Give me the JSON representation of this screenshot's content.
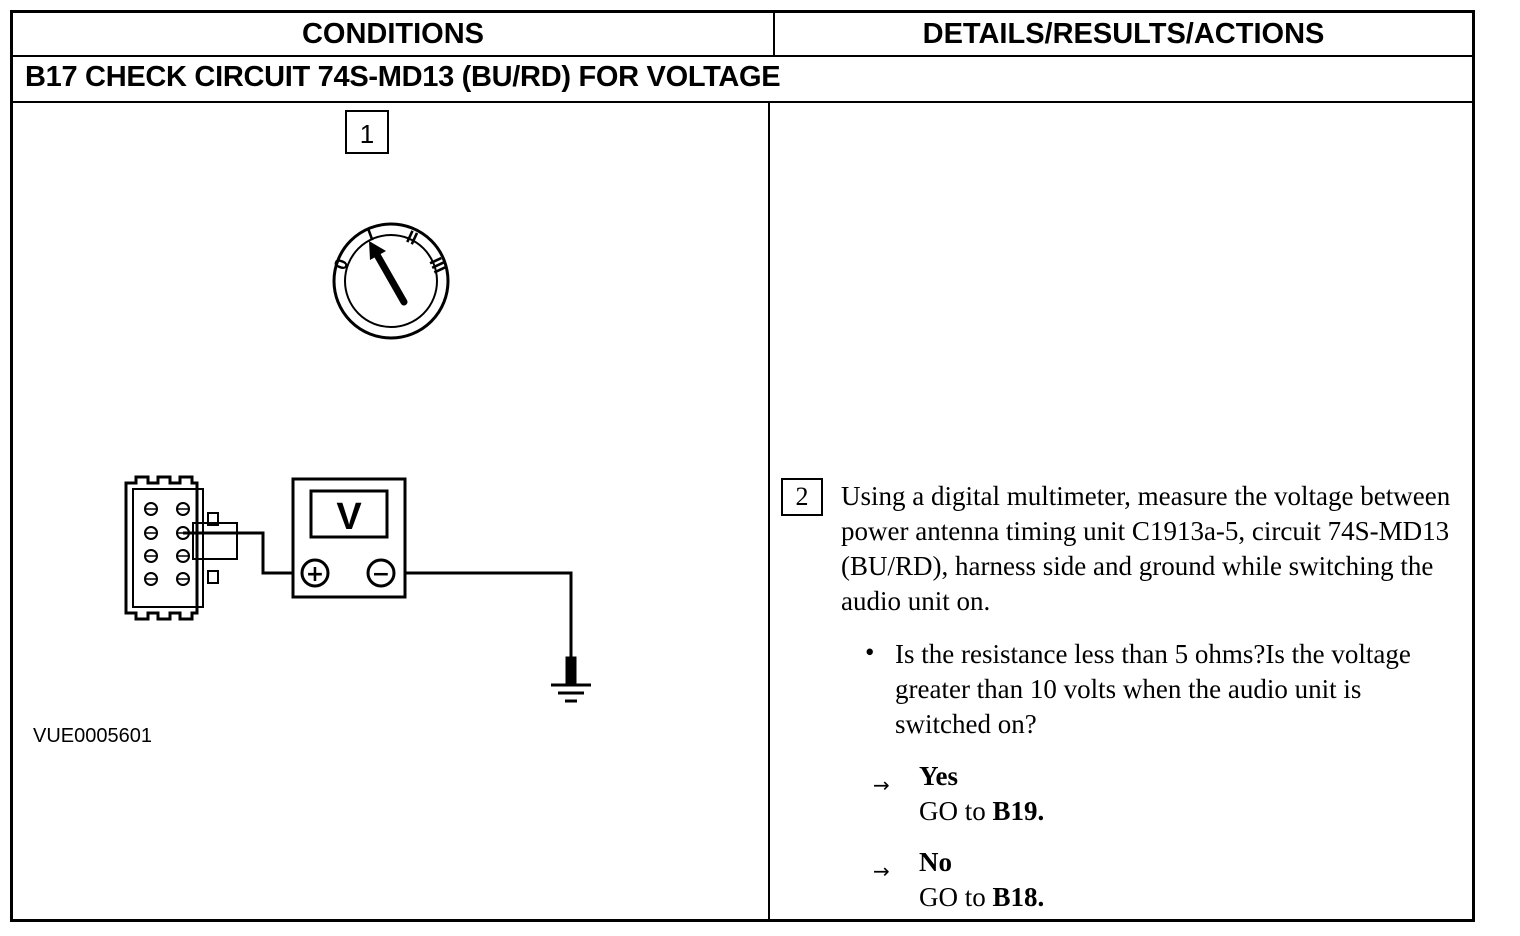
{
  "header": {
    "conditions": "CONDITIONS",
    "details": "DETAILS/RESULTS/ACTIONS"
  },
  "section_title": "B17 CHECK CIRCUIT 74S-MD13 (BU/RD) FOR VOLTAGE",
  "diagram": {
    "step_number": "1",
    "ignition_positions": [
      "0",
      "I",
      "II",
      "III"
    ],
    "meter_label": "V",
    "plus_symbol": "+",
    "minus_symbol": "−",
    "reference": "VUE0005601",
    "icons": [
      "ignition-switch-icon",
      "connector-icon",
      "multimeter-icon",
      "ground-symbol-icon"
    ]
  },
  "step2": {
    "number": "2",
    "instruction": "Using a digital multimeter, measure the voltage between power antenna timing unit C1913a-5, circuit 74S-MD13 (BU/RD), harness side and ground while switching the audio unit on.",
    "bullet": "•",
    "question": "Is the resistance less than 5 ohms?Is the voltage greater than 10 volts when the audio unit is switched on?",
    "yes": {
      "arrow": "→",
      "label": "Yes",
      "go_text": "GO to ",
      "target": "B19",
      "suffix": "."
    },
    "no": {
      "arrow": "→",
      "label": "No",
      "go_text": "GO to ",
      "target": "B18",
      "suffix": "."
    }
  }
}
